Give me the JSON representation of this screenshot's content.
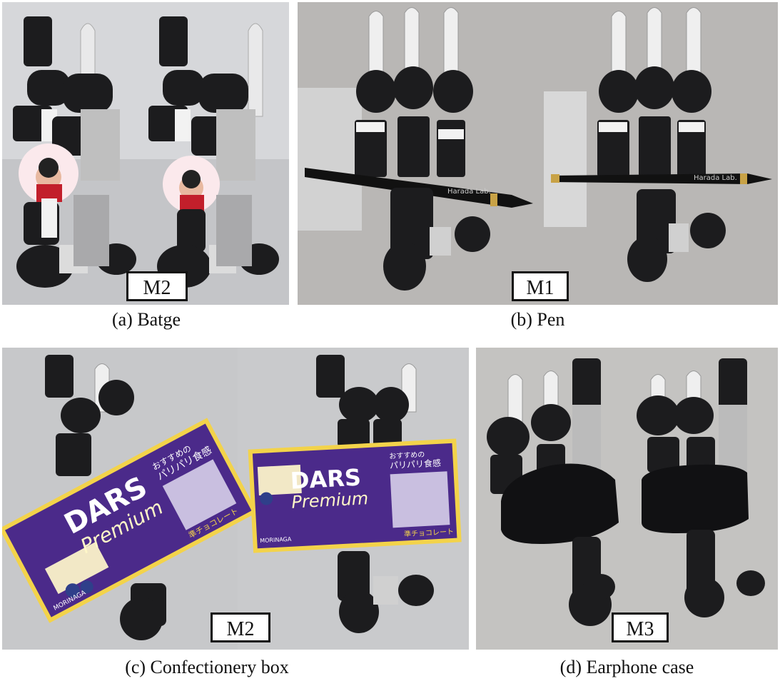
{
  "panels": [
    {
      "id": "a",
      "caption": "(a) Batge",
      "mode_label": "M2",
      "object": "badge"
    },
    {
      "id": "b",
      "caption": "(b) Pen",
      "mode_label": "M1",
      "object": "pen",
      "pen_text": "Harada Lab."
    },
    {
      "id": "c",
      "caption": "(c) Confectionery box",
      "mode_label": "M2",
      "object": "confectionery-box",
      "box_texts": {
        "brand": "DARS",
        "line": "Premium",
        "maker": "MORINAGA",
        "tag": "おすすめの",
        "crunch": "パリパリ食感",
        "type": "準チョコレート"
      }
    },
    {
      "id": "d",
      "caption": "(d) Earphone case",
      "mode_label": "M3",
      "object": "earphone-case"
    }
  ],
  "colors": {
    "background_wall": "#c9c9cb",
    "robot_black": "#1c1c1e",
    "robot_white": "#f2f2f2",
    "box_purple": "#4b2a8a",
    "box_yellow": "#f3d34a"
  }
}
